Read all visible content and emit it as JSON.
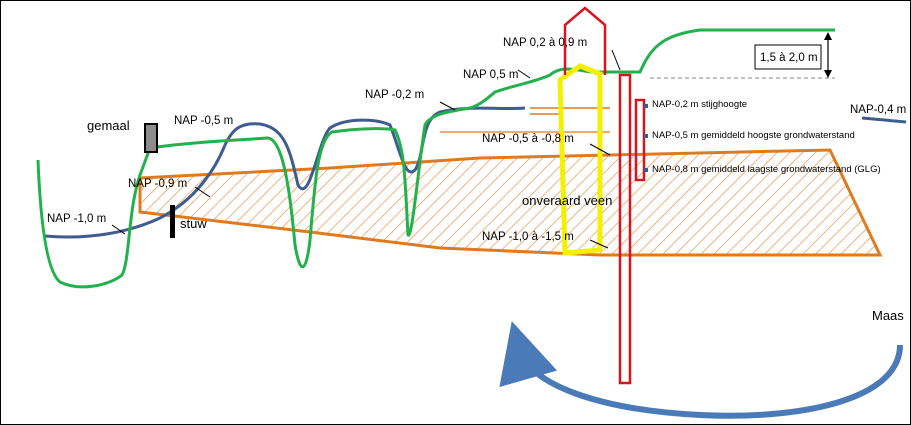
{
  "labels": {
    "nap_02_09": "NAP 0,2 à 0,9 m",
    "range_15_20": "1,5 à 2,0 m",
    "nap_05": "NAP 0,5 m",
    "nap_m02": "NAP -0,2 m",
    "gemaal": "gemaal",
    "nap_m05": "NAP -0,5 m",
    "nap_m04": "NAP-0,4 m",
    "stijghoogte": "NAP-0,2 m stijghoogte",
    "ghg": "NAP-0,5 m gemiddeld hoogste grondwaterstand",
    "nap_m05_m08": "NAP -0,5 à -0,8 m",
    "glg": "NAP-0,8 m gemiddeld laagste grondwaterstand (GLG)",
    "nap_m09": "NAP -0,9 m",
    "nap_m10": "NAP -1,0 m",
    "stuw": "stuw",
    "veen": "onveraard veen",
    "nap_m10_m15": "NAP -1,0 à -1,5 m",
    "maas": "Maas"
  },
  "colors": {
    "surface": "#22b14c",
    "water": "#3f5c8f",
    "peat": "#e07a1f",
    "red": "#d9141c",
    "yellow": "#f5f000",
    "arrow": "#4a7ab8",
    "gemaal": "#8c8c8c"
  }
}
